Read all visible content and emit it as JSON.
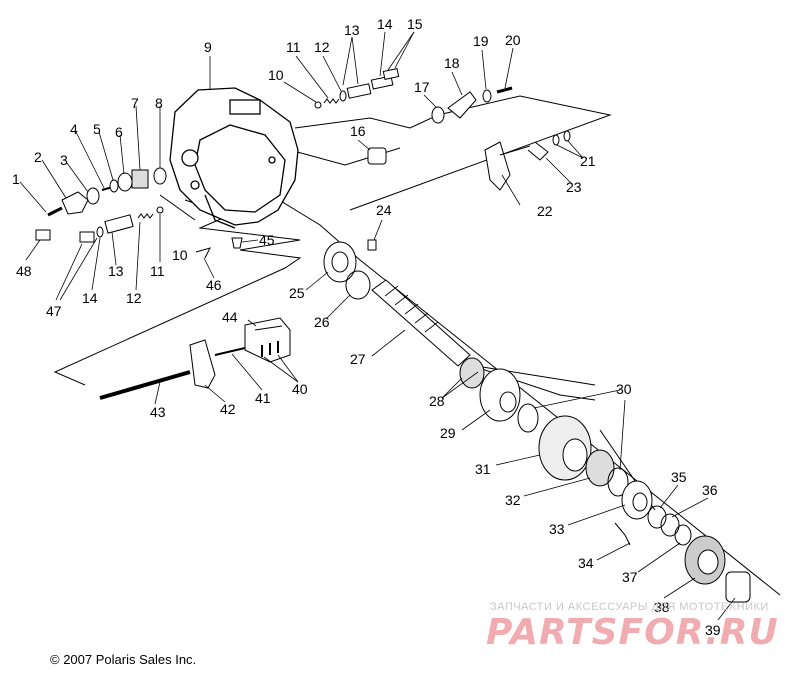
{
  "copyright": "© 2007 Polaris Sales Inc.",
  "watermark": {
    "tagline": "ЗАПЧАСТИ И АКСЕССУАРЫ ДЛЯ МОТОТЕХНИКИ",
    "logo": "PARTSFOR.RU"
  },
  "callouts": [
    "1",
    "2",
    "3",
    "4",
    "5",
    "6",
    "7",
    "8",
    "9",
    "10",
    "10",
    "11",
    "11",
    "12",
    "12",
    "13",
    "13",
    "14",
    "14",
    "15",
    "16",
    "17",
    "18",
    "19",
    "20",
    "21",
    "22",
    "23",
    "24",
    "25",
    "26",
    "27",
    "28",
    "29",
    "30",
    "31",
    "32",
    "33",
    "34",
    "35",
    "36",
    "37",
    "38",
    "39",
    "40",
    "41",
    "42",
    "43",
    "44",
    "45",
    "46",
    "47",
    "48"
  ],
  "colors": {
    "line": "#000000",
    "background": "#ffffff",
    "watermark_logo": "#de4650"
  }
}
